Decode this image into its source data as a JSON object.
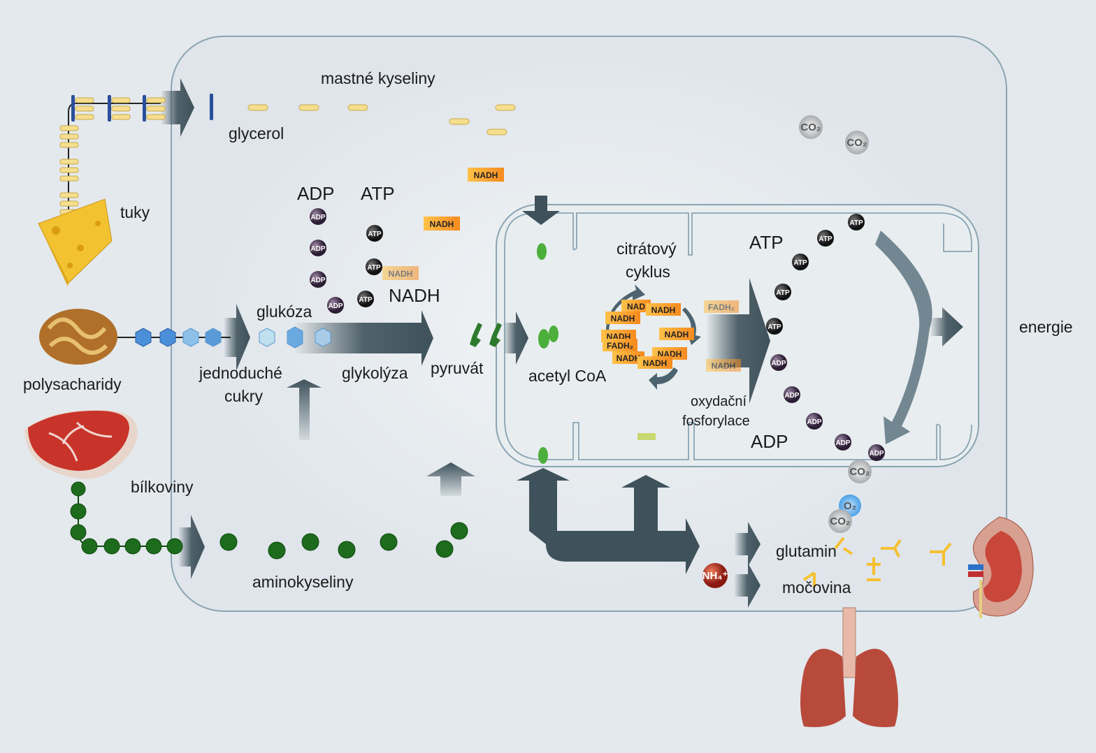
{
  "labels": {
    "fatty_acids": "mastné kyseliny",
    "glycerol": "glycerol",
    "fats": "tuky",
    "polysaccharides": "polysacharidy",
    "glucose": "glukóza",
    "simple_sugars_1": "jednoduché",
    "simple_sugars_2": "cukry",
    "glycolysis": "glykolýza",
    "pyruvate": "pyruvát",
    "acetyl_coa": "acetyl CoA",
    "citrate_cycle_1": "citrátový",
    "citrate_cycle_2": "cyklus",
    "oxphos_1": "oxydační",
    "oxphos_2": "fosforylace",
    "proteins": "bílkoviny",
    "amino_acids": "aminokyseliny",
    "glutamine": "glutamin",
    "urea": "močovina",
    "energy": "energie",
    "adp_top": "ADP",
    "atp_top": "ATP",
    "nadh_mid": "NADH",
    "atp_mito": "ATP",
    "adp_mito": "ADP"
  },
  "molecules": {
    "atp": "ATP",
    "adp": "ADP",
    "nadh": "NADH",
    "nad": "NAD",
    "fadh2": "FADH₂",
    "co2": "CO₂",
    "o2": "O₂",
    "nh4": "NH₄⁺"
  },
  "colors": {
    "background": "#e4e9ed",
    "arrow": "#3f525c",
    "atp": "#1a1a1a",
    "adp": "#3a2a40",
    "nadh": "#f7a030",
    "amino_acid": "#1d6b1d",
    "sugar": "#4a8fd8"
  }
}
